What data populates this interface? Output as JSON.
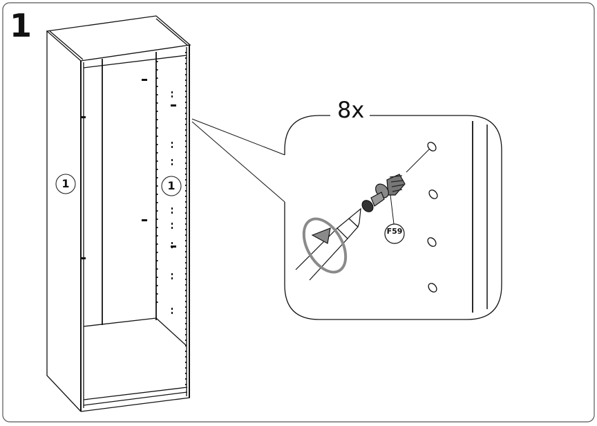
{
  "step": {
    "number": "1"
  },
  "cabinet": {
    "part_labels": [
      "1",
      "1"
    ]
  },
  "detail": {
    "quantity": "8x",
    "part_code": "F59"
  },
  "colors": {
    "line": "#111111",
    "frame": "#555555",
    "arrow_fill": "#8a8a8a"
  }
}
